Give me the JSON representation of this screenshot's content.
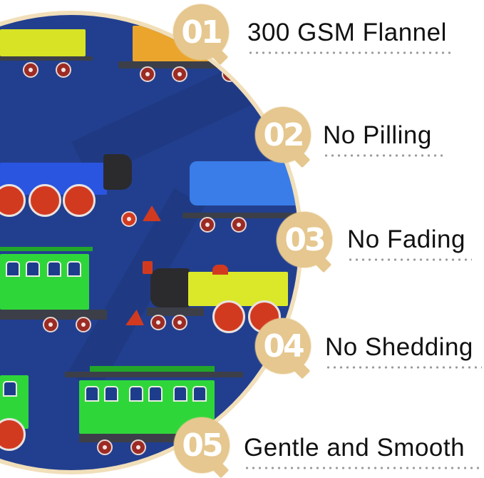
{
  "product_image": {
    "description": "blue flannel blanket with toy train pattern",
    "colors": {
      "background": "#223f8f",
      "ring": "#f1dfba",
      "badge": "#e5c78f",
      "text": "#111111",
      "dots": "#9b9b9b"
    }
  },
  "features": [
    {
      "number": "01",
      "label": "300 GSM Flannel"
    },
    {
      "number": "02",
      "label": "No Pilling"
    },
    {
      "number": "03",
      "label": "No Fading"
    },
    {
      "number": "04",
      "label": "No Shedding"
    },
    {
      "number": "05",
      "label": "Gentle and Smooth"
    }
  ]
}
